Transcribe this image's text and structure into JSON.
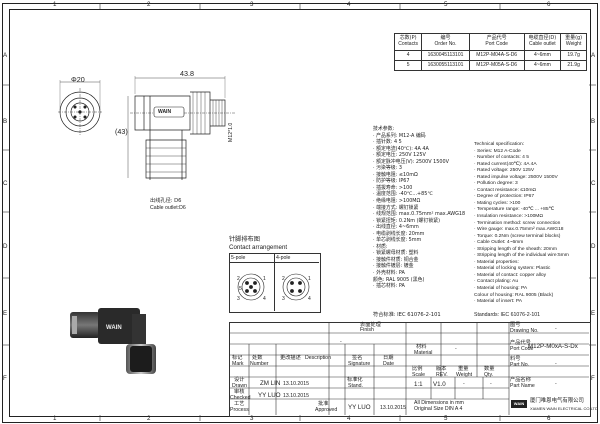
{
  "border": {
    "cols": [
      "1",
      "2",
      "3",
      "4",
      "5",
      "6"
    ],
    "rows": [
      "A",
      "B",
      "C",
      "D",
      "E",
      "F"
    ]
  },
  "part_table": {
    "headers": [
      {
        "cn": "芯数(P)",
        "en": "Contacts"
      },
      {
        "cn": "编号",
        "en": "Order No."
      },
      {
        "cn": "产品代号",
        "en": "Port Code"
      },
      {
        "cn": "电缆直径(D)",
        "en": "Cable outlet"
      },
      {
        "cn": "重量(g)",
        "en": "Weight"
      }
    ],
    "rows": [
      [
        "4",
        "1630045113101",
        "M12P-M04A-S-D6",
        "4~6mm",
        "19.7g"
      ],
      [
        "5",
        "1630055113101",
        "M12P-M05A-S-D6",
        "4~6mm",
        "21.9g"
      ]
    ]
  },
  "drawing": {
    "diameter": "Φ20",
    "length": "43.8",
    "height": "(43)",
    "thread": "M12*1.0",
    "cable_cn": "出线孔径: D6",
    "cable_en": "Cable outlet:D6",
    "brand": "WAIN"
  },
  "contact": {
    "title_cn": "针脚排布图",
    "title_en": "Contact arrangement",
    "pole5": "5-pole",
    "pole4": "4-pole"
  },
  "spec_cn": {
    "lines": [
      "技术参数:",
      "· 产品系列:     M12-A 编码",
      "· 插针数:          4           5",
      "· 额定电流(40℃):    4A         4A",
      "· 额定电压:        250V     125V",
      "· 额定脉冲电压(V):  2500V    1500V",
      "· 污染等级:  3",
      "· 接触电阻: ≤10mΩ",
      "· 防护等级:  IP67",
      "· 插拔寿命:  >100",
      "· 温度范围:  -40℃...+85℃",
      "· 绝缘电阻:  >100MΩ",
      "· 端接方式:  螺钉锁紧",
      "· 线规范围:  max.0.75mm² max.AWG18",
      "· 锁紧扭矩:  0.2Nm (螺钉锁紧)",
      "· 出线直径:  4~6mm",
      "· 电缆剥线长度:  20mm",
      "· 单芯剥线长度:  5mm",
      "· 材质:",
      "· 锁紧螺母材质: 塑料",
      "· 接触件材质: 铜合金",
      "· 接触件镀层: 镀金",
      "· 外壳材料:  PA",
      "  颜色:  RAL 9005 (黑色)",
      "· 插芯材料:  PA"
    ],
    "standard": "符合标准: IEC 61076-2-101"
  },
  "spec_en": {
    "lines": [
      "Technical specification:",
      "· Series: M12 A-Code",
      "· Number of contacts:  4          5",
      "· Rated current(40℃):   4A        4A",
      "· Rated voltage:         250V     125V",
      "· Rated impulse voltage: 2500V   1500V",
      "· Pollution degree: 3",
      "· Contact resistance: ≤10mΩ",
      "· Degree of protection: IP67",
      "· Mating cycles: >100",
      "· Temperature range: -40℃ ... +85℃",
      "· Insulation resistance: >100MΩ",
      "· Termination method: screw connection",
      "· Wire gauge: max.0.75mm² max.AWG18",
      "· Torque: 0.2Nm (screw terminal blocks)",
      "· Cable Outlet: 4~6mm",
      "· Stripping length of the sheath: 20mm",
      "· Stripping length of the individual wire:5mm",
      "· Material properties:",
      "· Material of locking system: Plastic",
      "· Material of contact: copper alloy",
      "· Contact plating: Au",
      "· Material of housing: PA",
      "  Colour of housing: RAL 9005 (Black)",
      "· Material of insert: PA"
    ],
    "standard": "Standards: IEC 61076-2-101"
  },
  "title_block": {
    "finish_cn": "表面处理",
    "finish_en": "Finish",
    "dash": "-",
    "material_cn": "材料",
    "material_en": "Material",
    "drawing_no_cn": "图号",
    "drawing_no_en": "Drawing No.",
    "port_code_cn": "产品代号",
    "port_code_en": "Port Code",
    "port_code": "M12P-M0xA-S-Dx",
    "part_no_cn": "料号",
    "part_no_en": "Part No.",
    "part_name_cn": "产品名称",
    "part_name_en": "Part Name",
    "mark_cn": "标记",
    "mark_en": "Mark",
    "number_cn": "处数",
    "number_en": "Number",
    "desc_cn": "更改描述",
    "desc_en": "Description",
    "sig_cn": "签名",
    "sig_en": "Signature",
    "date_cn": "日期",
    "date_en": "Date",
    "drawn_cn": "设计",
    "drawn_en": "Drawn",
    "drawn_name": "ZM LIN",
    "drawn_date": "13.10.2015",
    "std_cn": "标准化",
    "std_en": "Stand.",
    "checked_cn": "审核",
    "checked_en": "Checked",
    "checked_name": "YY LUO",
    "checked_date": "13.10.2015",
    "process_cn": "工艺",
    "process_en": "Process",
    "approved_cn": "批准",
    "approved_en": "Approved",
    "approved_name": "YY LUO",
    "approved_date": "13.10.2015",
    "scale_cn": "比例",
    "scale_en": "Scale",
    "scale": "1:1",
    "rev_cn": "版本",
    "rev_en": "REV.",
    "rev": "V1.0",
    "weight_cn": "重量",
    "weight_en": "Weight",
    "qty_cn": "数量",
    "qty_en": "Qty.",
    "units_en": "All Dimensions in mm",
    "units2_en": "Original Size DIN A 4",
    "company_cn": "厦门唯恩电气有限公司",
    "company_en": "XIAMEN WAIN ELECTRICAL CO.LTD",
    "logo": "WAIN"
  }
}
